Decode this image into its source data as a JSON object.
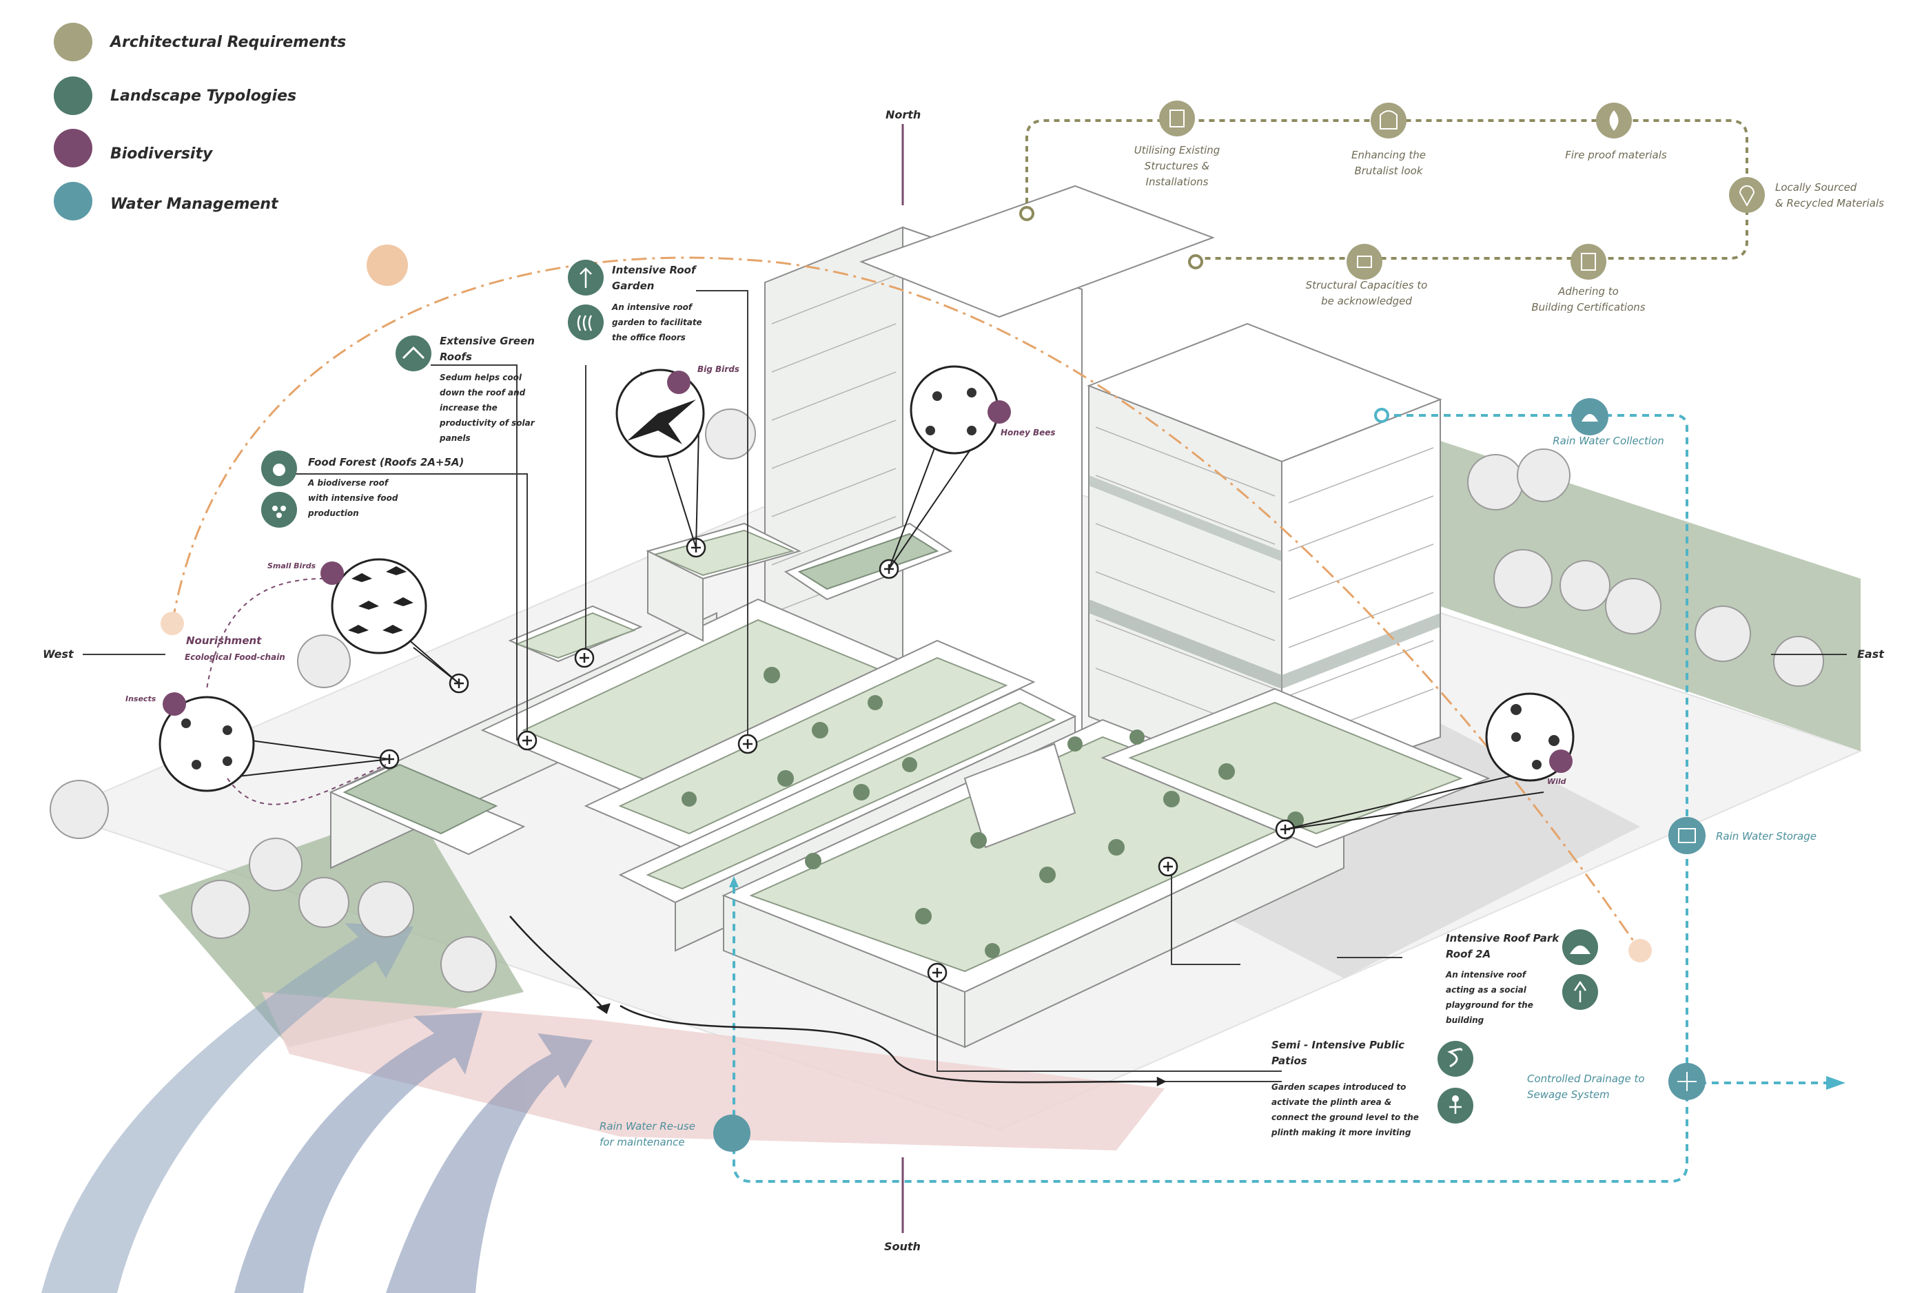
{
  "legend": {
    "items": [
      {
        "label": "Architectural Requirements",
        "color": "#a5a27f"
      },
      {
        "label": "Landscape Typologies",
        "color": "#4f7a6c"
      },
      {
        "label": "Biodiversity",
        "color": "#7a4a6e"
      },
      {
        "label": "Water Management",
        "color": "#5c9aa6"
      }
    ]
  },
  "compass": {
    "north": "North",
    "south": "South",
    "east": "East",
    "west": "West"
  },
  "architectural": {
    "existing": "Utilising Existing Structures & Installations",
    "existing_l1": "Utilising Existing",
    "existing_l2": "Structures &",
    "existing_l3": "Installations",
    "brutalist_l1": "Enhancing the",
    "brutalist_l2": "Brutalist look",
    "fireproof": "Fire proof materials",
    "local_l1": "Locally Sourced",
    "local_l2": "& Recycled Materials",
    "structural_l1": "Structural Capacities to",
    "structural_l2": "be acknowledged",
    "cert_l1": "Adhering to",
    "cert_l2": "Building Certifications"
  },
  "landscape": {
    "intensive_roof_title_l1": "Intensive Roof",
    "intensive_roof_title_l2": "Garden",
    "intensive_roof_desc_l1": "An intensive roof",
    "intensive_roof_desc_l2": "garden to facilitate",
    "intensive_roof_desc_l3": "the office floors",
    "extensive_title_l1": "Extensive Green",
    "extensive_title_l2": "Roofs",
    "extensive_desc_l1": "Sedum helps cool",
    "extensive_desc_l2": "down the roof and",
    "extensive_desc_l3": "increase the",
    "extensive_desc_l4": "productivity of solar",
    "extensive_desc_l5": "panels",
    "food_title": "Food Forest (Roofs 2A+5A)",
    "food_desc_l1": "A biodiverse roof",
    "food_desc_l2": "with intensive food",
    "food_desc_l3": "production",
    "park_title_l1": "Intensive Roof Park",
    "park_title_l2": "Roof 2A",
    "park_desc_l1": "An intensive roof",
    "park_desc_l2": "acting as a social",
    "park_desc_l3": "playground for the",
    "park_desc_l4": "building",
    "patio_title_l1": "Semi - Intensive Public",
    "patio_title_l2": "Patios",
    "patio_desc_l1": "Garden scapes introduced to",
    "patio_desc_l2": "activate the plinth area &",
    "patio_desc_l3": "connect the ground level to the",
    "patio_desc_l4": "plinth making it more inviting"
  },
  "biodiversity": {
    "big_birds": "Big Birds",
    "honey_bees": "Honey Bees",
    "small_birds": "Small Birds",
    "insects": "Insects",
    "wild": "Wild",
    "nourishment": "Nourishment",
    "foodchain": "Ecological Food-chain"
  },
  "water": {
    "collection": "Rain Water Collection",
    "storage": "Rain Water Storage",
    "drainage_l1": "Controlled Drainage to",
    "drainage_l2": "Sewage System",
    "reuse_l1": "Rain Water Re-use",
    "reuse_l2": "for maintenance"
  }
}
